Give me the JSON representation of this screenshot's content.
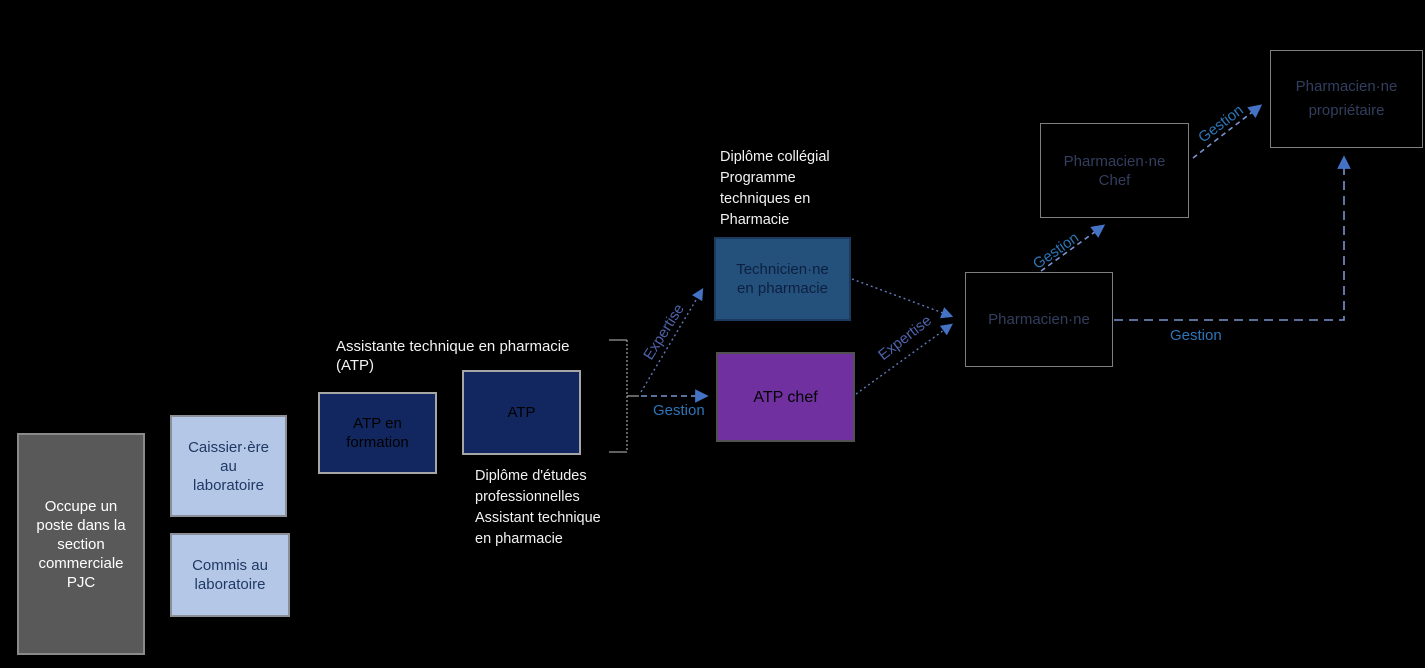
{
  "boxes": {
    "commercial": {
      "label": "Occupe un\nposte dans la\nsection\ncommerciale\nPJC"
    },
    "caissiere": {
      "label": "Caissier·ère\nau\nlaboratoire"
    },
    "commis": {
      "label": "Commis au\nlaboratoire"
    },
    "atp_formation": {
      "label": "ATP en\nformation"
    },
    "atp": {
      "label": "ATP"
    },
    "technicienne": {
      "label": "Technicien·ne\nen pharmacie"
    },
    "atp_chef": {
      "label": "ATP chef"
    },
    "pharmacienne": {
      "label": "Pharmacien·ne"
    },
    "pharmacienne_chef": {
      "label": "Pharmacien·ne\nChef"
    },
    "pharmacienne_proprietaire": {
      "label": "Pharmacien·ne\npropriétaire"
    }
  },
  "annotations": {
    "atp_title": "Assistante technique en pharmacie\n(ATP)",
    "dep": "Diplôme d'études\nprofessionnelles\nAssistant technique\nen pharmacie",
    "collegial": "Diplôme collégial\nProgramme\ntechniques en\nPharmacie"
  },
  "edge_labels": {
    "expertise_bracket": "Expertise",
    "gestion_bracket": "Gestion",
    "expertise_mid": "Expertise",
    "gestion_to_chef": "Gestion",
    "gestion_to_proprietaire": "Gestion",
    "gestion_right": "Gestion"
  },
  "colors": {
    "background": "#000000",
    "gray_box": "#595959",
    "light_blue_box": "#b4c7e7",
    "navy_box": "#12275f",
    "steel_blue_box": "#24517c",
    "purple_box": "#7030a0",
    "gestion_label": "#2e75b6",
    "expertise_label": "#4d62aa",
    "arrow": "#4472c4",
    "white_text": "#f2f2f2"
  }
}
